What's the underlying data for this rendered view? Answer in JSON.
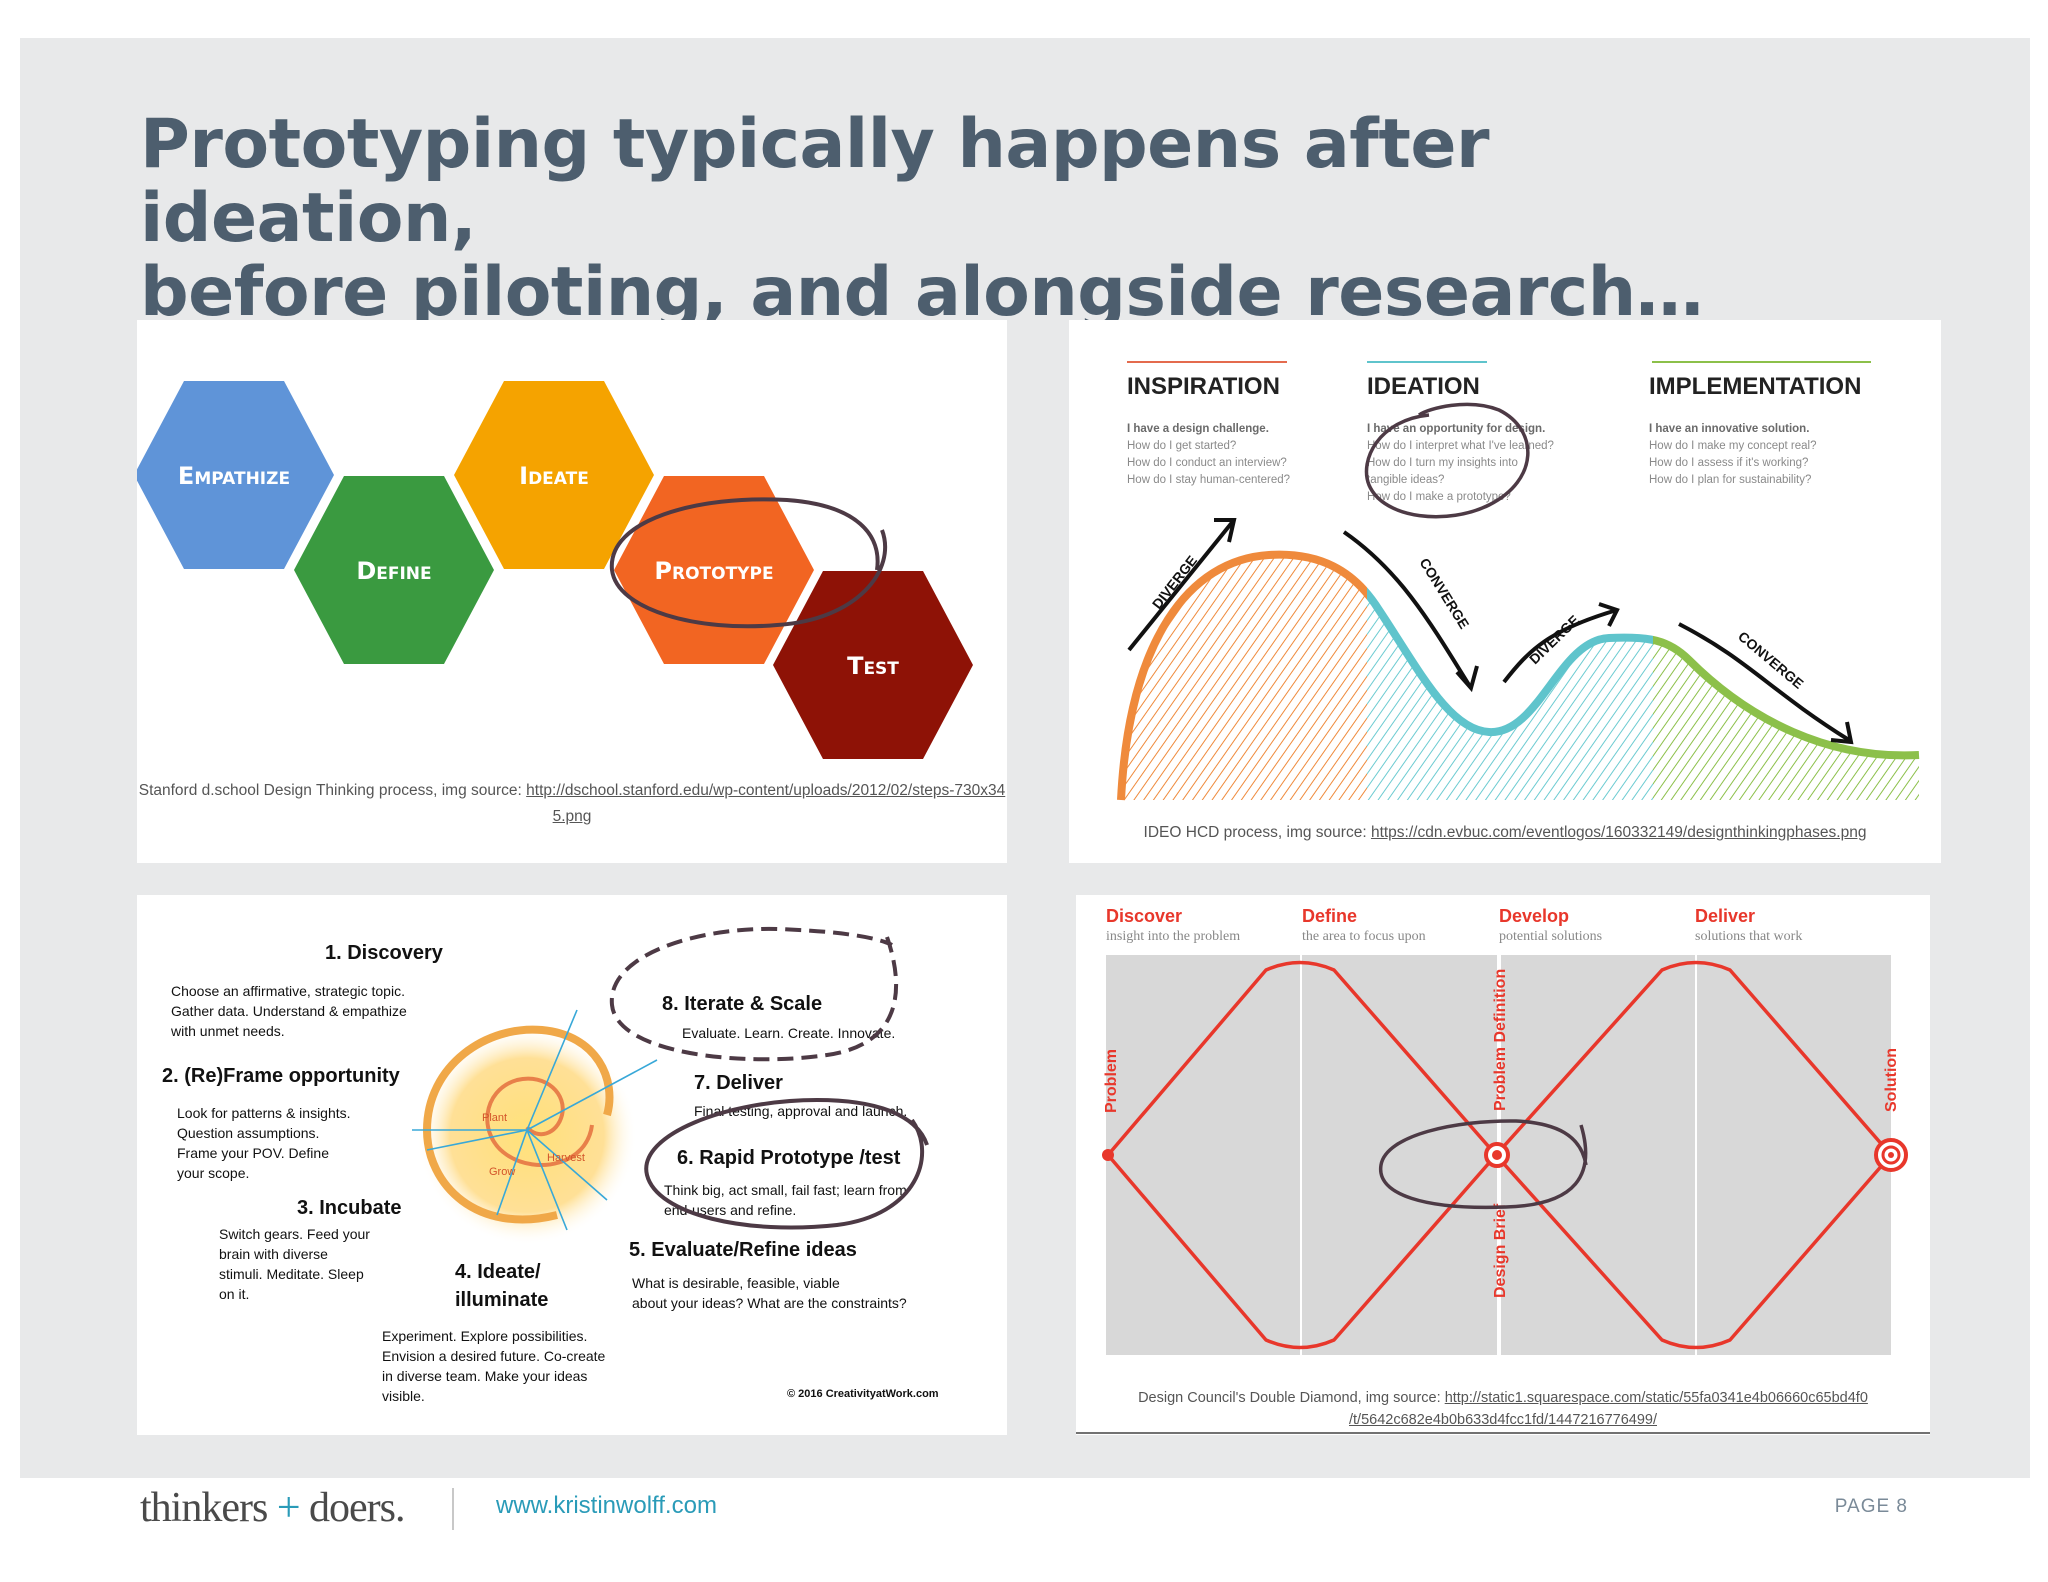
{
  "slide": {
    "title_line1": "Prototyping typically happens after ideation,",
    "title_line2": "before piloting, and alongside research…"
  },
  "panel_stanford": {
    "hexagons": [
      {
        "label": "Empathize",
        "color": "#5f94d8"
      },
      {
        "label": "Define",
        "color": "#3a9a40"
      },
      {
        "label": "Ideate",
        "color": "#f5a300"
      },
      {
        "label": "Prototype",
        "color": "#f26522"
      },
      {
        "label": "Test",
        "color": "#8e1206"
      }
    ],
    "caption_text": "Stanford d.school Design Thinking process, img source: ",
    "caption_link": "http://dschool.stanford.edu/wp-content/uploads/2012/02/steps-730x345.png"
  },
  "panel_ideo": {
    "phases": [
      {
        "title": "INSPIRATION",
        "color": "#e46b4e",
        "lead": "I have a design challenge.",
        "q1": "How do I get started?",
        "q2": "How do I conduct an interview?",
        "q3": "How do I stay human-centered?",
        "q4": ""
      },
      {
        "title": "IDEATION",
        "color": "#5fc4cc",
        "lead": "I have an opportunity for design.",
        "q1": "How do I interpret what I've learned?",
        "q2": "How do I turn my insights into",
        "q3": "tangible ideas?",
        "q4": "How do I make a prototype?"
      },
      {
        "title": "IMPLEMENTATION",
        "color": "#8cc04a",
        "lead": "I have an innovative solution.",
        "q1": "How do I make my concept real?",
        "q2": "How do I assess if it's working?",
        "q3": "How do I plan for sustainability?",
        "q4": ""
      }
    ],
    "arrows": [
      "DIVERGE",
      "CONVERGE",
      "DIVERGE",
      "CONVERGE"
    ],
    "caption_text": "IDEO HCD process, img source: ",
    "caption_link": "https://cdn.evbuc.com/eventlogos/160332149/designthinkingphases.png"
  },
  "panel_creativity": {
    "steps": [
      {
        "title": "1. Discovery",
        "l1": "Choose an affirmative, strategic topic.",
        "l2": "Gather data. Understand & empathize",
        "l3": "with unmet needs.",
        "l4": ""
      },
      {
        "title": "2. (Re)Frame opportunity",
        "l1": "Look for patterns & insights.",
        "l2": "Question assumptions.",
        "l3": "Frame your POV. Define",
        "l4": "your scope."
      },
      {
        "title": "3. Incubate",
        "l1": "Switch gears. Feed your",
        "l2": "brain with diverse",
        "l3": "stimuli. Meditate. Sleep",
        "l4": "on it."
      },
      {
        "title": "4. Ideate/",
        "title2": "illuminate",
        "l1": "Experiment. Explore possibilities.",
        "l2": "Envision a desired future. Co-create",
        "l3": "in diverse team. Make your ideas",
        "l4": "visible."
      },
      {
        "title": "5. Evaluate/Refine ideas",
        "l1": "What is desirable, feasible, viable",
        "l2": "about your ideas? What are the constraints?",
        "l3": "",
        "l4": ""
      },
      {
        "title": "6. Rapid Prototype /test",
        "l1": "Think big, act small, fail fast; learn from",
        "l2": "end-users and refine.",
        "l3": "",
        "l4": ""
      },
      {
        "title": "7. Deliver",
        "l1": "Final testing, approval and launch.",
        "l2": "",
        "l3": "",
        "l4": ""
      },
      {
        "title": "8. Iterate & Scale",
        "l1": "Evaluate. Learn. Create. Innovate.",
        "l2": "",
        "l3": "",
        "l4": ""
      }
    ],
    "spiral_labels": {
      "plant": "Plant",
      "grow": "Grow",
      "harvest": "Harvest"
    },
    "copyright": "© 2016 CreativityatWork.com"
  },
  "panel_double_diamond": {
    "stages": [
      {
        "title": "Discover",
        "sub": "insight into the problem"
      },
      {
        "title": "Define",
        "sub": "the area to focus upon"
      },
      {
        "title": "Develop",
        "sub": "potential solutions"
      },
      {
        "title": "Deliver",
        "sub": "solutions that work"
      }
    ],
    "vertical_labels": {
      "problem": "Problem",
      "problem_definition": "Problem Definition",
      "design_brief": "Design Brief",
      "solution": "Solution"
    },
    "accent_color": "#e8372b",
    "caption_text": "Design Council's Double Diamond, img source: ",
    "caption_link_line1": "http://static1.squarespace.com/static/55fa0341e4b06660c65bd4f0",
    "caption_link_line2": "/t/5642c682e4b0b633d4fcc1fd/1447216776499/"
  },
  "footer": {
    "logo_left": "thinkers",
    "logo_plus": "+",
    "logo_right": "doers.",
    "url": "www.kristinwolff.com",
    "page": "PAGE 8"
  }
}
